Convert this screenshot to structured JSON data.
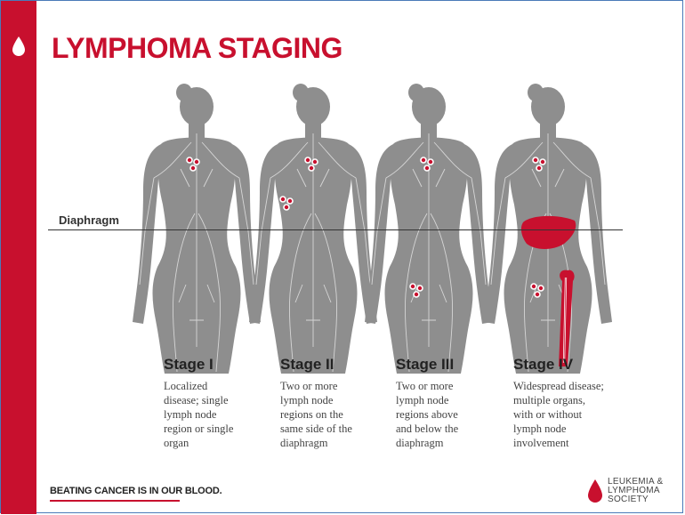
{
  "title": "LYMPHOMA STAGING",
  "diaphragm_label": "Diaphragm",
  "stages": [
    {
      "heading": "Stage I",
      "description": "Localized\ndisease; single\nlymph node\nregion or single\norgan"
    },
    {
      "heading": "Stage II",
      "description": "Two or more\nlymph node\nregions on the\nsame side of the\ndiaphragm"
    },
    {
      "heading": "Stage III",
      "description": "Two or more\nlymph node\nregions above\nand below the\ndiaphragm"
    },
    {
      "heading": "Stage IV",
      "description": "Widespread disease;\nmultiple organs,\nwith or without\nlymph node\ninvolvement"
    }
  ],
  "footer": {
    "tagline": "BEATING CANCER IS IN OUR BLOOD.",
    "logo_lines": [
      "LEUKEMIA &",
      "LYMPHOMA",
      "SOCIETY"
    ]
  },
  "colors": {
    "brand_red": "#c8102e",
    "figure_gray": "#8e8e8e",
    "node_white": "#ffffff"
  },
  "icons": [
    "blood-drop-icon",
    "lls-logo-drop-icon"
  ]
}
